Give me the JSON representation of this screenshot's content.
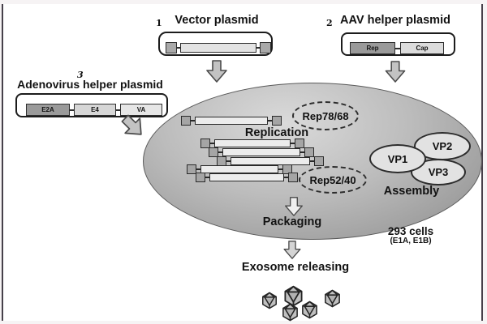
{
  "colors": {
    "cell_fill_light": "#dadada",
    "cell_fill_dark": "#8c8c8c",
    "gene_dark": "#9a9a9a",
    "gene_mid": "#d6d6d6",
    "gene_light": "#e6e6e6",
    "outline": "#2e2e2e",
    "arrow_fill": "#c6c6c6"
  },
  "plasmids": {
    "vector": {
      "number": "1",
      "title": "Vector plasmid"
    },
    "aav_helper": {
      "number": "2",
      "title": "AAV helper plasmid",
      "genes": {
        "rep": "Rep",
        "cap": "Cap"
      }
    },
    "adeno_helper": {
      "number": "3",
      "title": "Adenovirus helper plasmid",
      "genes": {
        "e2a": "E2A",
        "e4": "E4",
        "va": "VA"
      }
    }
  },
  "cell": {
    "replication_label": "Replication",
    "rep78_label": "Rep78/68",
    "rep52_label": "Rep52/40",
    "vp1_label": "VP1",
    "vp2_label": "VP2",
    "vp3_label": "VP3",
    "assembly_label": "Assembly",
    "packaging_label": "Packaging",
    "cell_name": "293 cells",
    "cell_genes": "(E1A, E1B)"
  },
  "release_label": "Exosome releasing"
}
